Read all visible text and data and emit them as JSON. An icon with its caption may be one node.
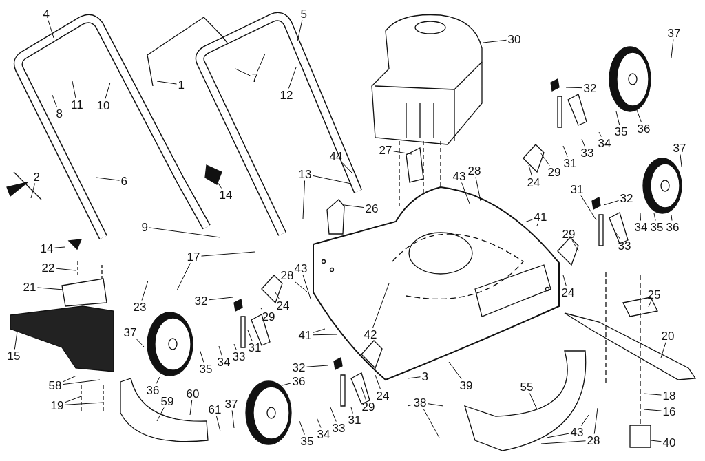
{
  "diagram": {
    "nodes": [
      {
        "text": [
          "4"
        ]
      },
      {
        "text": [
          "5"
        ]
      },
      {
        "text": [
          "30"
        ]
      },
      {
        "text": [
          "37"
        ]
      },
      {
        "text": [
          "1"
        ]
      },
      {
        "text": [
          "7"
        ]
      },
      {
        "text": [
          "11"
        ]
      },
      {
        "text": [
          "10"
        ]
      },
      {
        "text": [
          "12"
        ]
      },
      {
        "text": [
          "8"
        ]
      },
      {
        "text": [
          "32"
        ]
      },
      {
        "text": [
          "36"
        ]
      },
      {
        "text": [
          "35"
        ]
      },
      {
        "text": [
          "34"
        ]
      },
      {
        "text": [
          "33"
        ]
      },
      {
        "text": [
          "31"
        ]
      },
      {
        "text": [
          "27"
        ]
      },
      {
        "text": [
          "29"
        ]
      },
      {
        "text": [
          "24"
        ]
      },
      {
        "text": [
          "37"
        ]
      },
      {
        "text": [
          "44"
        ]
      },
      {
        "text": [
          "6"
        ]
      },
      {
        "text": [
          "14"
        ]
      },
      {
        "text": [
          "2"
        ]
      },
      {
        "text": [
          "13"
        ]
      },
      {
        "text": [
          "43"
        ]
      },
      {
        "text": [
          "28"
        ]
      },
      {
        "text": [
          "26"
        ]
      },
      {
        "text": [
          "41"
        ]
      },
      {
        "text": [
          "31"
        ]
      },
      {
        "text": [
          "32"
        ]
      },
      {
        "text": [
          "36"
        ]
      },
      {
        "text": [
          "35"
        ]
      },
      {
        "text": [
          "34"
        ]
      },
      {
        "text": [
          "33"
        ]
      },
      {
        "text": [
          "29"
        ]
      },
      {
        "text": [
          "9"
        ]
      },
      {
        "text": [
          "14"
        ]
      },
      {
        "text": [
          "17"
        ]
      },
      {
        "text": [
          "22"
        ]
      },
      {
        "text": [
          "43"
        ]
      },
      {
        "text": [
          "28"
        ]
      },
      {
        "text": [
          "21"
        ]
      },
      {
        "text": [
          "24"
        ]
      },
      {
        "text": [
          "25"
        ]
      },
      {
        "text": [
          "23"
        ]
      },
      {
        "text": [
          "32"
        ]
      },
      {
        "text": [
          "24"
        ]
      },
      {
        "text": [
          "42"
        ]
      },
      {
        "text": [
          "29"
        ]
      },
      {
        "text": [
          "41"
        ]
      },
      {
        "text": [
          "31"
        ]
      },
      {
        "text": [
          "20"
        ]
      },
      {
        "text": [
          "15"
        ]
      },
      {
        "text": [
          "35"
        ]
      },
      {
        "text": [
          "34"
        ]
      },
      {
        "text": [
          "33"
        ]
      },
      {
        "text": [
          "37"
        ]
      },
      {
        "text": [
          "24"
        ]
      },
      {
        "text": [
          "3"
        ]
      },
      {
        "text": [
          "32"
        ]
      },
      {
        "text": [
          "39"
        ]
      },
      {
        "text": [
          "36"
        ]
      },
      {
        "text": [
          "36"
        ]
      },
      {
        "text": [
          "58"
        ]
      },
      {
        "text": [
          "55"
        ]
      },
      {
        "text": [
          "29"
        ]
      },
      {
        "text": [
          "60"
        ]
      },
      {
        "text": [
          "59"
        ]
      },
      {
        "text": [
          "37"
        ]
      },
      {
        "text": [
          "61"
        ]
      },
      {
        "text": [
          "18"
        ]
      },
      {
        "text": [
          "16"
        ]
      },
      {
        "text": [
          "19"
        ]
      },
      {
        "text": [
          "33"
        ]
      },
      {
        "text": [
          "34"
        ]
      },
      {
        "text": [
          "35"
        ]
      },
      {
        "text": [
          "31"
        ]
      },
      {
        "text": [
          "38"
        ]
      },
      {
        "text": [
          "43"
        ]
      },
      {
        "text": [
          "28"
        ]
      },
      {
        "text": [
          "40"
        ]
      }
    ],
    "edges": [
      {
        "from": 0,
        "to": null,
        "arrow": "none"
      },
      {
        "from": 1,
        "to": null,
        "arrow": "none"
      },
      {
        "from": 2,
        "to": null,
        "arrow": "none"
      },
      {
        "from": 3,
        "to": null,
        "arrow": "none"
      },
      {
        "from": 4,
        "to": null,
        "arrow": "none"
      },
      {
        "from": 5,
        "to": null,
        "arrow": "none"
      },
      {
        "from": 5,
        "to": null,
        "arrow": "none"
      },
      {
        "from": 6,
        "to": null,
        "arrow": "none"
      },
      {
        "from": 7,
        "to": null,
        "arrow": "none"
      },
      {
        "from": 8,
        "to": null,
        "arrow": "none"
      },
      {
        "from": 9,
        "to": null,
        "arrow": "none"
      },
      {
        "from": 10,
        "to": null,
        "arrow": "none"
      },
      {
        "from": 11,
        "to": null,
        "arrow": "none"
      },
      {
        "from": 12,
        "to": null,
        "arrow": "none"
      },
      {
        "from": 13,
        "to": null,
        "arrow": "none"
      },
      {
        "from": 14,
        "to": null,
        "arrow": "none"
      },
      {
        "from": 15,
        "to": null,
        "arrow": "none"
      },
      {
        "from": 16,
        "to": null,
        "arrow": "none"
      },
      {
        "from": 17,
        "to": null,
        "arrow": "none"
      },
      {
        "from": 18,
        "to": null,
        "arrow": "none"
      },
      {
        "from": 19,
        "to": null,
        "arrow": "none"
      },
      {
        "from": 20,
        "to": null,
        "arrow": "none"
      },
      {
        "from": 21,
        "to": null,
        "arrow": "none"
      },
      {
        "from": 22,
        "to": null,
        "arrow": "none"
      },
      {
        "from": 23,
        "to": null,
        "arrow": "none"
      },
      {
        "from": 24,
        "to": null,
        "arrow": "none"
      },
      {
        "from": 24,
        "to": null,
        "arrow": "none"
      },
      {
        "from": 25,
        "to": null,
        "arrow": "none"
      },
      {
        "from": 26,
        "to": null,
        "arrow": "none"
      },
      {
        "from": 27,
        "to": null,
        "arrow": "none"
      },
      {
        "from": 28,
        "to": null,
        "arrow": "none"
      },
      {
        "from": 28,
        "to": null,
        "arrow": "none"
      },
      {
        "from": 29,
        "to": null,
        "arrow": "none"
      },
      {
        "from": 30,
        "to": null,
        "arrow": "none"
      },
      {
        "from": 31,
        "to": null,
        "arrow": "none"
      },
      {
        "from": 32,
        "to": null,
        "arrow": "none"
      },
      {
        "from": 33,
        "to": null,
        "arrow": "none"
      },
      {
        "from": 34,
        "to": null,
        "arrow": "none"
      },
      {
        "from": 35,
        "to": null,
        "arrow": "none"
      },
      {
        "from": 36,
        "to": null,
        "arrow": "none"
      },
      {
        "from": 37,
        "to": null,
        "arrow": "none"
      },
      {
        "from": 38,
        "to": null,
        "arrow": "none"
      },
      {
        "from": 38,
        "to": null,
        "arrow": "none"
      },
      {
        "from": 39,
        "to": null,
        "arrow": "none"
      },
      {
        "from": 40,
        "to": null,
        "arrow": "none"
      },
      {
        "from": 41,
        "to": null,
        "arrow": "none"
      },
      {
        "from": 42,
        "to": null,
        "arrow": "none"
      },
      {
        "from": 43,
        "to": null,
        "arrow": "none"
      },
      {
        "from": 44,
        "to": null,
        "arrow": "none"
      },
      {
        "from": 45,
        "to": null,
        "arrow": "none"
      },
      {
        "from": 46,
        "to": null,
        "arrow": "none"
      },
      {
        "from": 47,
        "to": null,
        "arrow": "none"
      },
      {
        "from": 48,
        "to": null,
        "arrow": "none"
      },
      {
        "from": 49,
        "to": null,
        "arrow": "none"
      },
      {
        "from": 50,
        "to": null,
        "arrow": "none"
      },
      {
        "from": 50,
        "to": null,
        "arrow": "none"
      },
      {
        "from": 51,
        "to": null,
        "arrow": "none"
      },
      {
        "from": 52,
        "to": null,
        "arrow": "none"
      },
      {
        "from": 53,
        "to": null,
        "arrow": "none"
      },
      {
        "from": 54,
        "to": null,
        "arrow": "none"
      },
      {
        "from": 55,
        "to": null,
        "arrow": "none"
      },
      {
        "from": 56,
        "to": null,
        "arrow": "none"
      },
      {
        "from": 57,
        "to": null,
        "arrow": "none"
      },
      {
        "from": 58,
        "to": null,
        "arrow": "none"
      },
      {
        "from": 59,
        "to": null,
        "arrow": "none"
      },
      {
        "from": 60,
        "to": null,
        "arrow": "none"
      },
      {
        "from": 61,
        "to": null,
        "arrow": "none"
      },
      {
        "from": 62,
        "to": null,
        "arrow": "none"
      },
      {
        "from": 63,
        "to": null,
        "arrow": "none"
      },
      {
        "from": 64,
        "to": null,
        "arrow": "none"
      },
      {
        "from": 64,
        "to": null,
        "arrow": "none"
      },
      {
        "from": 65,
        "to": null,
        "arrow": "none"
      },
      {
        "from": 66,
        "to": null,
        "arrow": "none"
      },
      {
        "from": 67,
        "to": null,
        "arrow": "none"
      },
      {
        "from": 68,
        "to": null,
        "arrow": "none"
      },
      {
        "from": 69,
        "to": null,
        "arrow": "none"
      },
      {
        "from": 70,
        "to": null,
        "arrow": "none"
      },
      {
        "from": 71,
        "to": null,
        "arrow": "none"
      },
      {
        "from": 72,
        "to": null,
        "arrow": "none"
      },
      {
        "from": 73,
        "to": null,
        "arrow": "none"
      },
      {
        "from": 73,
        "to": null,
        "arrow": "none"
      },
      {
        "from": 74,
        "to": null,
        "arrow": "none"
      },
      {
        "from": 75,
        "to": null,
        "arrow": "none"
      },
      {
        "from": 76,
        "to": null,
        "arrow": "none"
      },
      {
        "from": 77,
        "to": null,
        "arrow": "none"
      },
      {
        "from": 78,
        "to": null,
        "arrow": "none"
      },
      {
        "from": 78,
        "to": null,
        "arrow": "none"
      },
      {
        "from": 78,
        "to": null,
        "arrow": "none"
      },
      {
        "from": 79,
        "to": null,
        "arrow": "none"
      },
      {
        "from": 79,
        "to": null,
        "arrow": "none"
      },
      {
        "from": 80,
        "to": null,
        "arrow": "none"
      },
      {
        "from": 80,
        "to": null,
        "arrow": "none"
      },
      {
        "from": 81,
        "to": null,
        "arrow": "none"
      }
    ]
  }
}
